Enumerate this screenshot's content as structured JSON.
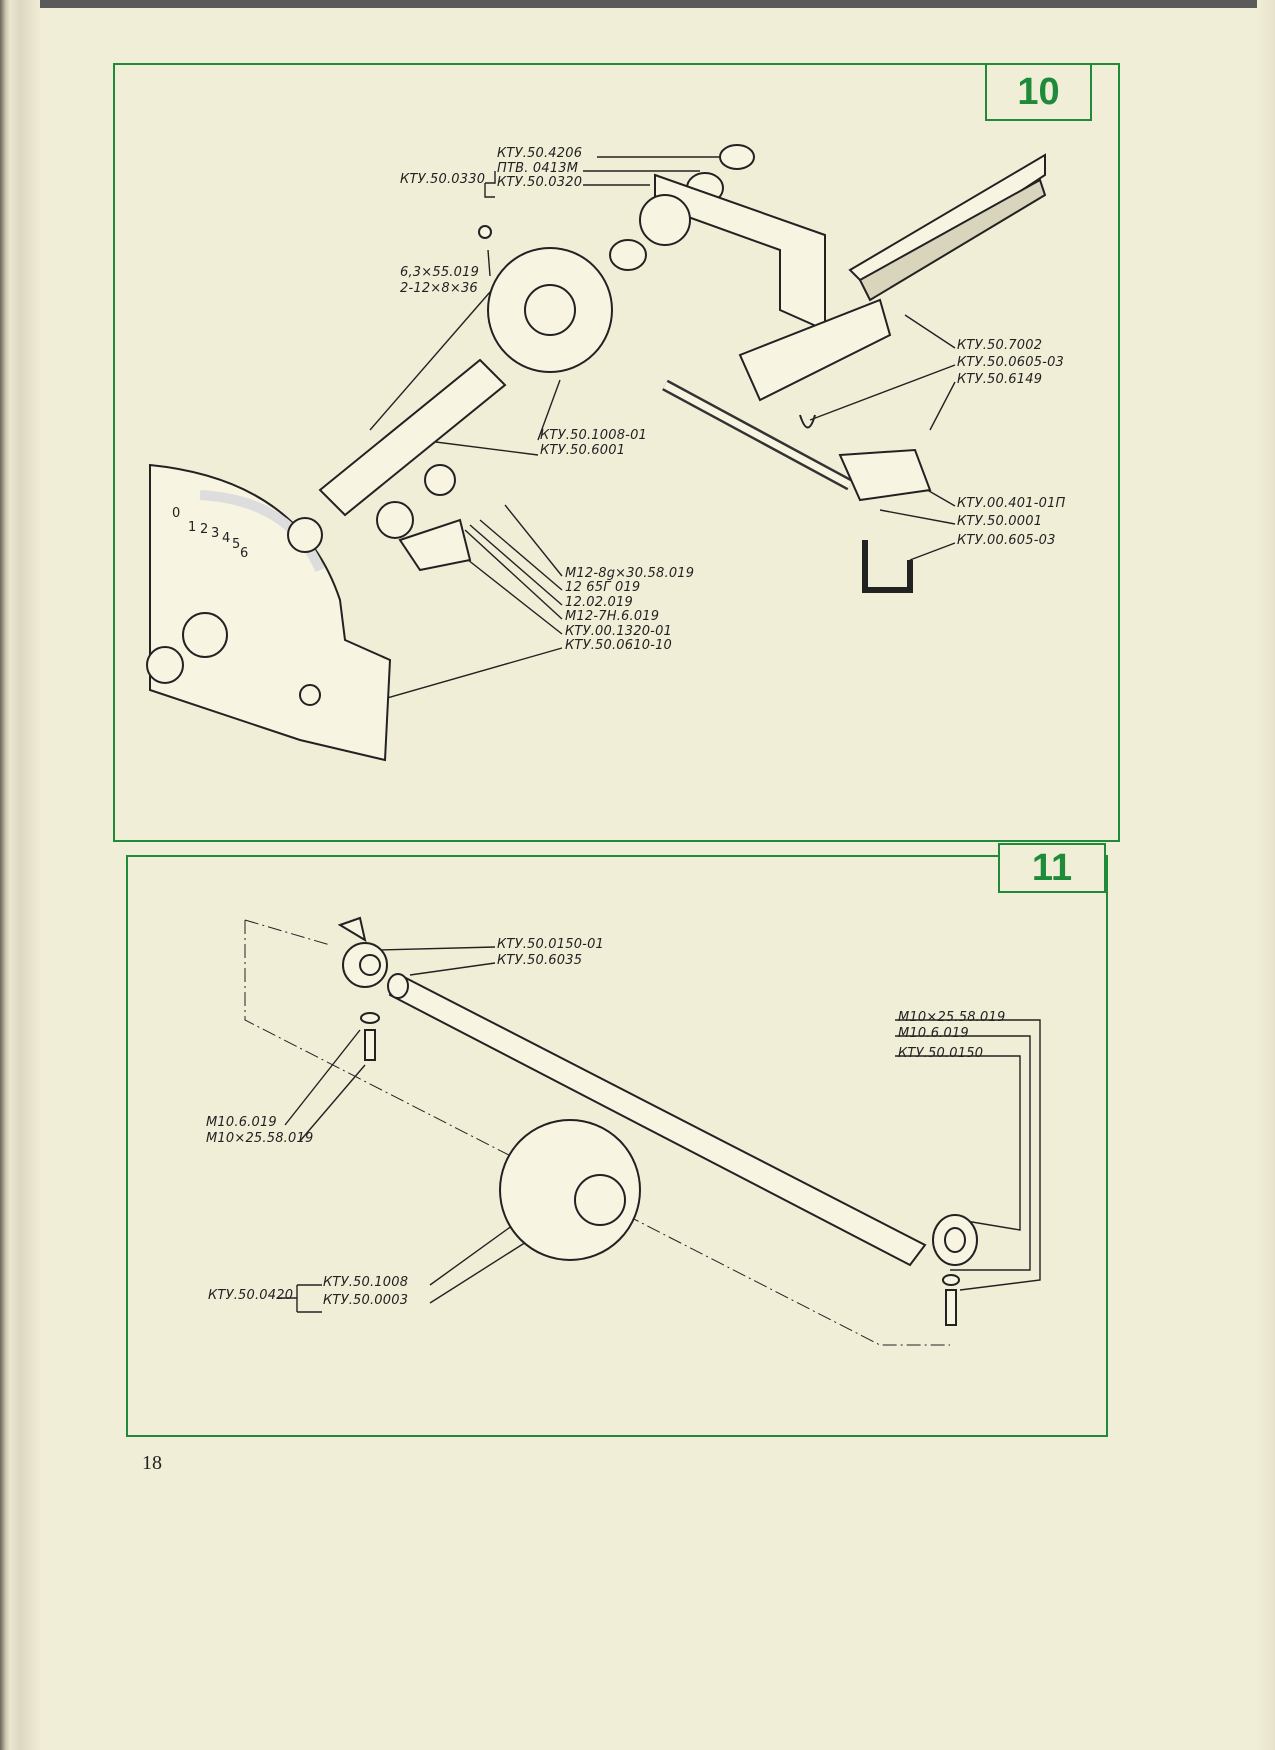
{
  "page_number": "18",
  "panels": [
    {
      "number": "10",
      "labels": {
        "l1": "КТУ.50.4206",
        "l2": "ПТВ. 0413М",
        "l3": "КТУ.50.0330",
        "l4": "КТУ.50.0320",
        "l5": "6,3×55.019",
        "l6": "2-12×8×36",
        "l7": "КТУ.50.1008-01",
        "l8": "КТУ.50.6001",
        "l9": "М12-8g×30.58.019",
        "l10": "12 65Г 019",
        "l11": "12.02.019",
        "l12": "М12-7Н.6.019",
        "l13": "КТУ.00.1320-01",
        "l14": "КТУ.50.0610-10",
        "l15": "КТУ.50.7002",
        "l16": "КТУ.50.0605-03",
        "l17": "КТУ.50.6149",
        "l18": "КТУ.00.401-01П",
        "l19": "КТУ.50.0001",
        "l20": "КТУ.00.605-03"
      },
      "scale_marks": [
        "0",
        "1",
        "2",
        "3",
        "4",
        "5",
        "6"
      ]
    },
    {
      "number": "11",
      "labels": {
        "l1": "КТУ.50.0150-01",
        "l2": "КТУ.50.6035",
        "l3": "М10×25.58.019",
        "l4": "М10.6.019",
        "l5": "КТУ.50.0150",
        "l6": "М10.6.019",
        "l7": "М10×25.58.019",
        "l8": "КТУ.50.0420",
        "l9": "КТУ.50.1008",
        "l10": "КТУ.50.0003"
      }
    }
  ],
  "colors": {
    "frame": "#1f8a3a",
    "paper": "#f1eed8"
  }
}
